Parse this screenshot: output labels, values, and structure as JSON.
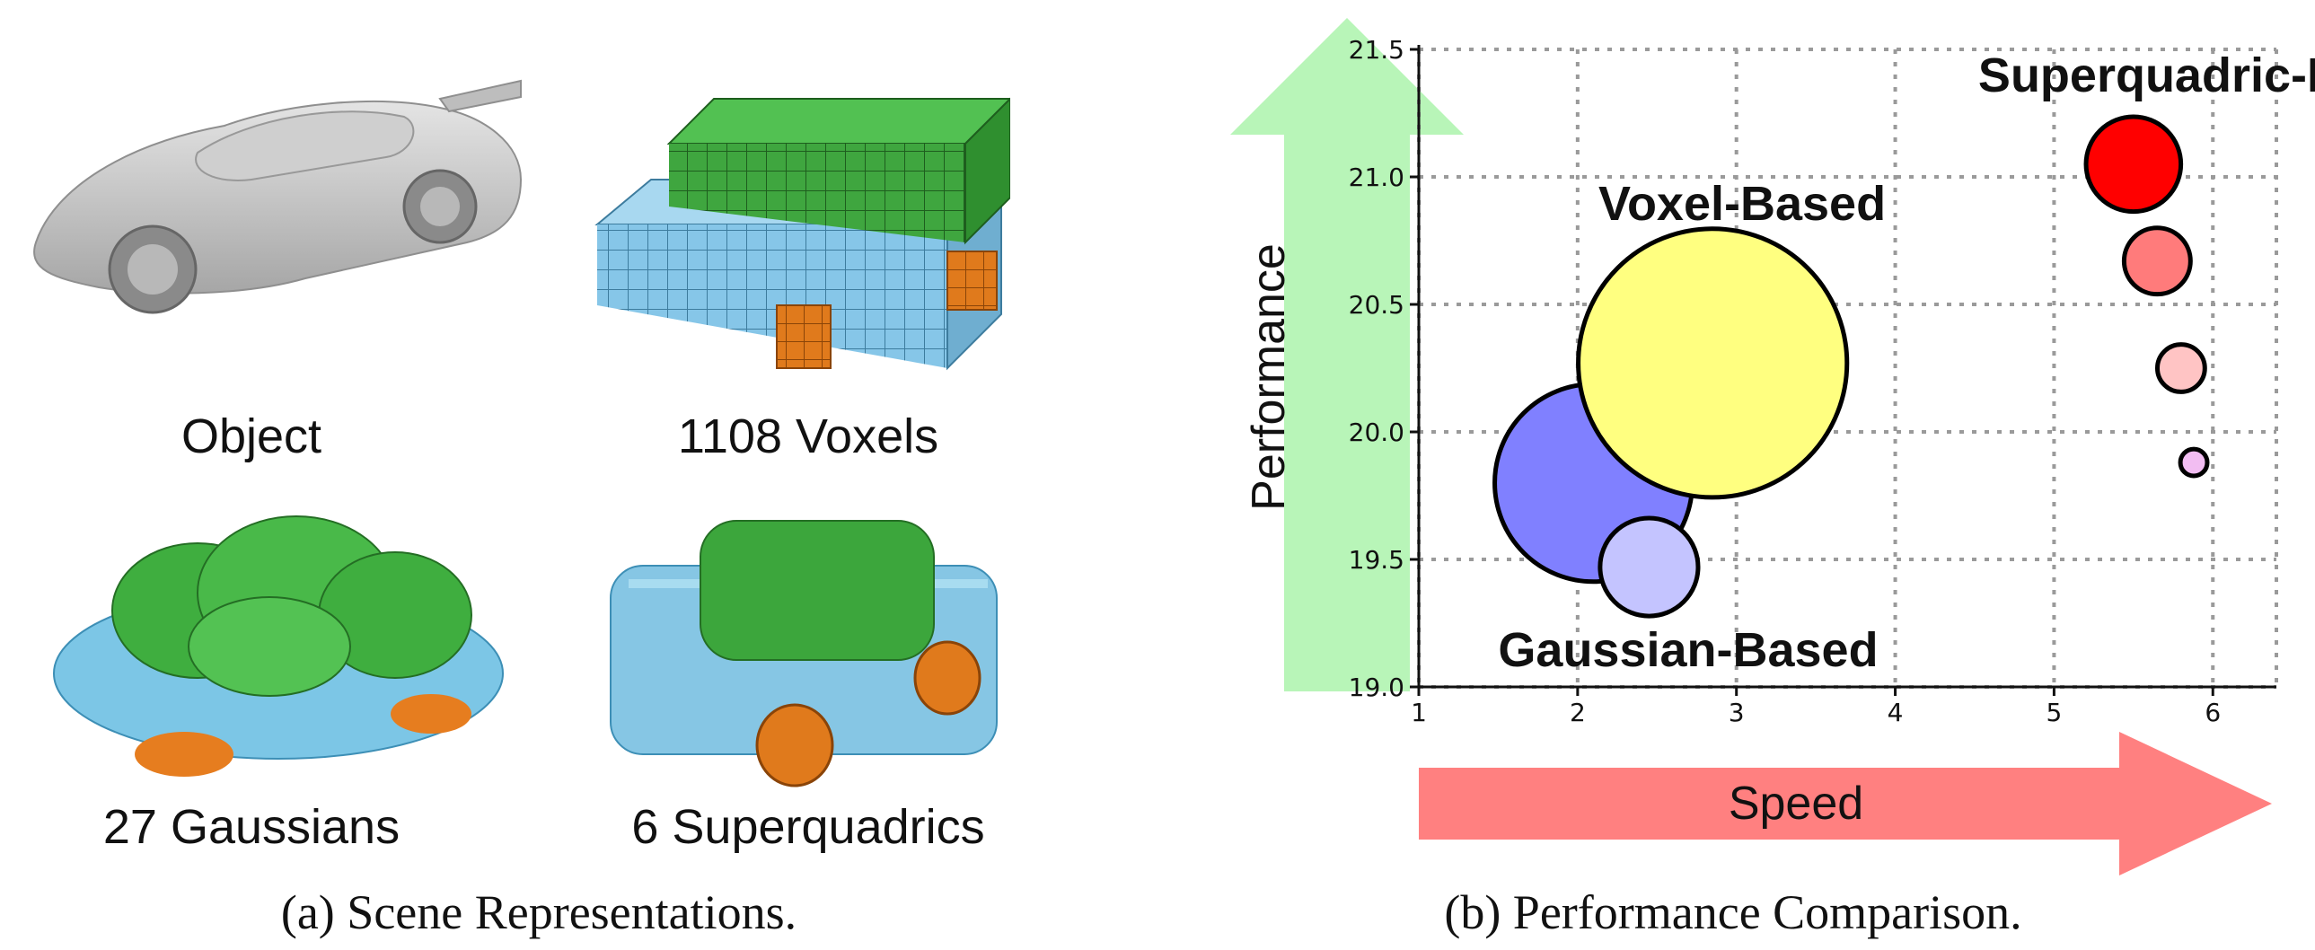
{
  "panel_a": {
    "caption": "(a) Scene Representations.",
    "items": [
      {
        "label": "Object"
      },
      {
        "label": "1108 Voxels"
      },
      {
        "label": "27 Gaussians"
      },
      {
        "label": "6 Superquadrics"
      }
    ]
  },
  "panel_b": {
    "caption": "(b) Performance Comparison.",
    "performance_arrow_label": "Performance",
    "speed_arrow_label": "Speed"
  },
  "chart_data": {
    "type": "scatter",
    "title": "",
    "xlabel": "",
    "ylabel": "",
    "xlim": [
      1,
      6.4
    ],
    "ylim": [
      19.0,
      21.5
    ],
    "x_ticks": [
      "1",
      "2",
      "3",
      "4",
      "5",
      "6"
    ],
    "y_ticks": [
      "19.0",
      "19.5",
      "20.0",
      "20.5",
      "21.0",
      "21.5"
    ],
    "grid": true,
    "groups": [
      {
        "name": "Superquadric-Based",
        "points": [
          {
            "x": 5.5,
            "y": 21.05,
            "size": 0.6,
            "color": "#ff0000"
          },
          {
            "x": 5.65,
            "y": 20.67,
            "size": 0.42,
            "color": "#ff7b7b"
          },
          {
            "x": 5.8,
            "y": 20.25,
            "size": 0.3,
            "color": "#ffc4c4"
          },
          {
            "x": 5.88,
            "y": 19.88,
            "size": 0.17,
            "color": "#f2bdf2"
          }
        ]
      },
      {
        "name": "Voxel-Based",
        "points": [
          {
            "x": 2.85,
            "y": 20.27,
            "size": 1.7,
            "color": "#ffff80"
          }
        ]
      },
      {
        "name": "Gaussian-Based",
        "points": [
          {
            "x": 2.1,
            "y": 19.8,
            "size": 1.25,
            "color": "#8080ff"
          },
          {
            "x": 2.45,
            "y": 19.47,
            "size": 0.62,
            "color": "#c4c4ff"
          }
        ]
      }
    ]
  }
}
